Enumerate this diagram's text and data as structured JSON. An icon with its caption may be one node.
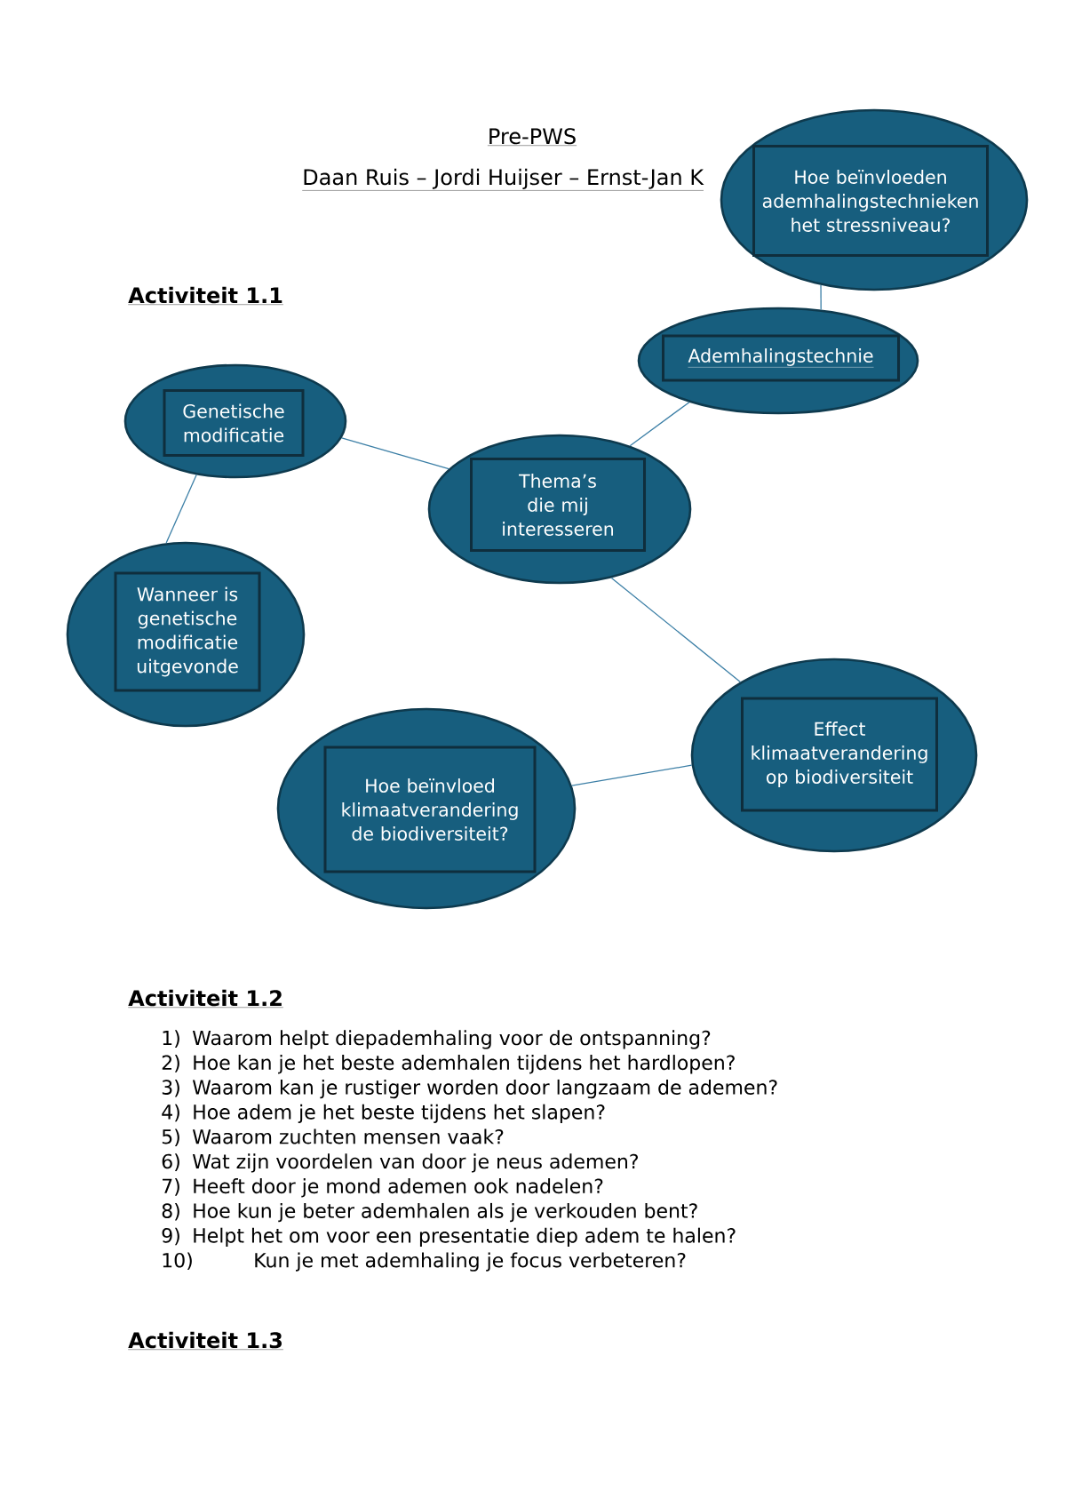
{
  "diagram": {
    "title": "Pre-PWS",
    "nodes": [
      {
        "text": [
          "Hoe beïnvloeden ademhalingstechnieken het stressniveau?"
        ]
      },
      {
        "text": [
          "Ademhalingstechnie"
        ]
      },
      {
        "text": [
          "Genetische modificatie"
        ]
      },
      {
        "text": [
          "Thema’s die mij interesseren"
        ]
      },
      {
        "text": [
          "Wanneer is genetische modificatie uitgevonde"
        ]
      },
      {
        "text": [
          "Effect klimaatverandering op biodiversiteit"
        ]
      },
      {
        "text": [
          "Hoe beïnvloed klimaatverandering de biodiversiteit?"
        ]
      }
    ],
    "edges": [
      {
        "from": 1,
        "to": 0,
        "arrow": "none"
      },
      {
        "from": 3,
        "to": 1,
        "arrow": "none"
      },
      {
        "from": 3,
        "to": 2,
        "arrow": "none"
      },
      {
        "from": 2,
        "to": 4,
        "arrow": "none"
      },
      {
        "from": 3,
        "to": 5,
        "arrow": "none"
      },
      {
        "from": 5,
        "to": 6,
        "arrow": "none"
      }
    ],
    "labels": [
      "Daan Ruis – Jordi Huijser – Ernst-Jan K",
      "Activiteit 1.1",
      "Activiteit 1.2",
      "1)",
      "Waarom helpt diepademhaling voor de ontspanning?",
      "2)",
      "Hoe kan je het beste ademhalen tijdens het hardlopen?",
      "3)",
      "Waarom kan je rustiger worden door langzaam de ademen?",
      "4)",
      "Hoe adem je het beste tijdens het slapen?",
      "5)",
      "Waarom zuchten mensen vaak?",
      "6)",
      "Wat zijn voordelen van door je neus ademen?",
      "7)",
      "Heeft door je mond ademen ook nadelen?",
      "8)",
      "Hoe kun je beter ademhalen als je verkouden bent?",
      "9)",
      "Helpt het om voor een presentatie diep adem te halen?",
      "10)",
      "Kun je met ademhaling je focus verbeteren?",
      "Activiteit 1.3"
    ]
  }
}
